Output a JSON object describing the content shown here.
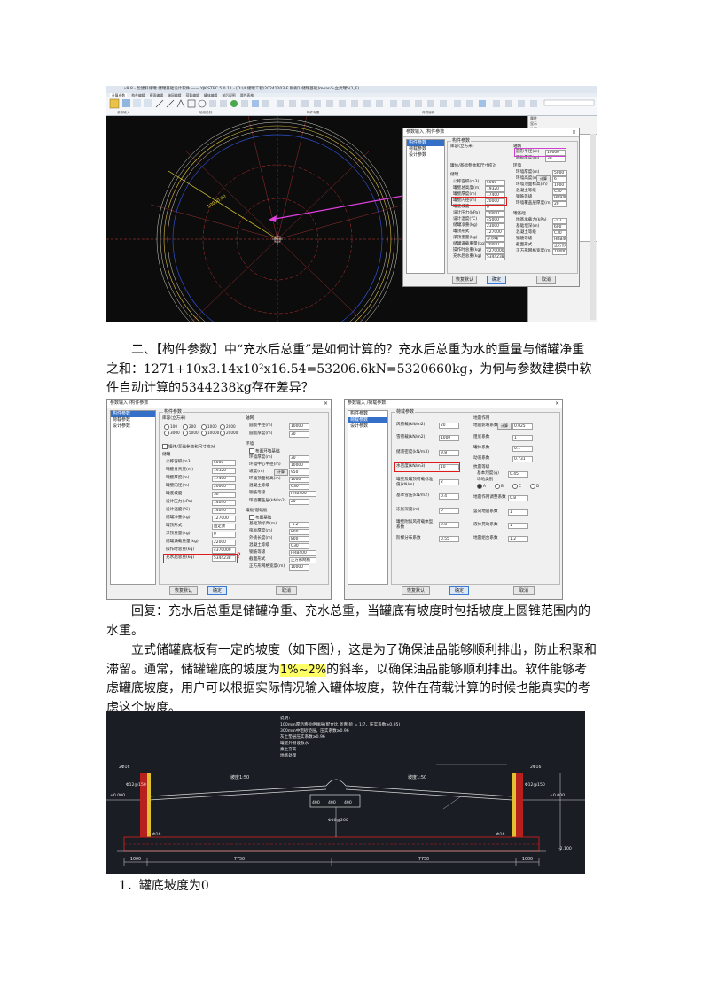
{
  "screenshot1": {
    "titlebar": "v9.8 - 盈建科储罐 储罐基础设计软件 —— YJK-STRC 5.0.11 - [D:\\4.储罐工程\\20241203-F 例例1-储罐基础]mear-5-立式罐5(1_F)",
    "ribbon_tabs": [
      "计算参数",
      "构件编辑",
      "截面编辑",
      "轴网编辑",
      "荷载编辑",
      "罐体编辑",
      "前后视图",
      "属性表格"
    ],
    "group_labels": [
      "参数输入",
      "轴线绘制",
      "构件布置",
      "荷载编辑"
    ],
    "dimension_text": "10000.00",
    "dialog": {
      "title": "参数输入 /构件参数",
      "tree": [
        "构件参数",
        "荷载参数",
        "设计参数"
      ],
      "labels": [
        "构件参数",
        "库容(立方米)",
        "储罐",
        "支座规格",
        "罐体/基础参数和尺寸校对",
        "储罐",
        "公称容积(m3)",
        "罐壁总高度(m)",
        "罐壁厚度(m)",
        "罐壁内径(m)",
        "罐底坡度",
        "设计压力(kPa)",
        "设计温度(℃)",
        "储罐净重(kg)",
        "罐顶形式",
        "浮顶重量(kg)",
        "储罐满载重量(kg)",
        "操作时总重(kg)",
        "充水后总重(kg)",
        "轴网",
        "圆形半径(m)",
        "圆板厚度(m)",
        "环墙",
        "环墙厚度(m)",
        "环墙高度(m)",
        "环墙顶面标高(m)",
        "混凝土等级",
        "钢筋等级",
        "环墙覆盖层厚度(m)",
        "罐基础",
        "地基承载力(kPa)",
        "基础埋深(m)",
        "混凝土等级",
        "钢筋等级",
        "截面形式",
        "正方形网格宽度(m)"
      ],
      "values": [
        "5000",
        "19320",
        "17400",
        "20000",
        "0",
        "20000",
        "45000",
        "23000",
        "127000",
        "浮顶罐",
        "20000",
        "4270000",
        "5344238",
        "10000",
        "30",
        "5000",
        "6",
        "1000",
        "C30",
        "HRB400",
        "20",
        "-1.2",
        "600",
        "C30",
        "HRB400",
        "正方形网格",
        "10000"
      ],
      "buttons": [
        "恢复默认",
        "确定",
        "取消"
      ],
      "calc_btn": "计算"
    },
    "right_panel_items": [
      "属性",
      "显示",
      "选项"
    ]
  },
  "para1": "二、【构件参数】中“充水后总重”是如何计算的？充水后总重为水的重量与储罐净重之和：1271+10x3.14x10²x16.54=53206.6kN=5320660kg，为何与参数建模中软件自动计算的5344238kg存在差异？",
  "screenshot2": {
    "left": {
      "title": "参数输入 /构件参数",
      "tree": [
        "构件参数",
        "荷载参数",
        "设计参数"
      ],
      "group_top": "构件参数",
      "kurong_label": "库容(立方米)",
      "kurong_options": [
        "100",
        "200",
        "1000",
        "2000",
        "3000",
        "5000",
        "10000",
        "20000"
      ],
      "check_label": "罐体/基础参数和尺寸校对",
      "tank_group": "储罐",
      "rows": [
        {
          "label": "公称容积(m3)",
          "value": "5000"
        },
        {
          "label": "罐壁总高度(m)",
          "value": "19320"
        },
        {
          "label": "罐壁厚度(m)",
          "value": "17400"
        },
        {
          "label": "罐壁内径(m)",
          "value": "20000"
        },
        {
          "label": "罐底坡度",
          "value": "50"
        },
        {
          "label": "设计压力(kPa)",
          "value": "14040"
        },
        {
          "label": "设计温度(℃)",
          "value": "14040"
        },
        {
          "label": "储罐净重(kg)",
          "value": "127000"
        },
        {
          "label": "罐顶形式",
          "value": "固定顶"
        },
        {
          "label": "浮顶重量(kg)",
          "value": "0"
        },
        {
          "label": "储罐满载重量(kg)",
          "value": "22000"
        },
        {
          "label": "操作时总重(kg)",
          "value": "4370000"
        },
        {
          "label": "充水后总重(kg)",
          "value": "5344238"
        }
      ],
      "qmark": "?",
      "axis_group": "轴网",
      "axis_rows": [
        {
          "label": "圆板半径(m)",
          "value": "10000"
        },
        {
          "label": "圆板厚度(m)",
          "value": "30"
        }
      ],
      "ring_group": "环墙",
      "ring_check": "布置环墙基础",
      "ring_rows": [
        {
          "label": "环墙厚度(m)",
          "value": "30"
        },
        {
          "label": "环墙中心半径(m)",
          "value": "10000"
        },
        {
          "label": "坡度(m)",
          "value": "950"
        },
        {
          "label": "环墙顶面标高(m)",
          "value": "1000"
        },
        {
          "label": "混凝土等级",
          "value": "C30"
        },
        {
          "label": "钢筋等级",
          "value": "HRB400"
        },
        {
          "label": "环墙覆盖层(kN/m2)",
          "value": "20"
        }
      ],
      "calc_btn": "计算",
      "base_group": "罐板/基础板",
      "base_check": "布置基础",
      "base_rows": [
        {
          "label": "基础顶标高(m)",
          "value": "-1.2"
        },
        {
          "label": "筏板厚度(m)",
          "value": "800"
        },
        {
          "label": "外挑长度(m)",
          "value": "800"
        },
        {
          "label": "混凝土等级",
          "value": "C30"
        },
        {
          "label": "钢筋等级",
          "value": "HRB400"
        },
        {
          "label": "截面形式",
          "value": "正方形网格"
        },
        {
          "label": "正方形网格宽度(m)",
          "value": "10000"
        }
      ],
      "buttons": [
        "恢复默认",
        "确定",
        "取消"
      ]
    },
    "right": {
      "title": "参数输入 /荷载参数",
      "tree": [
        "构件参数",
        "荷载参数",
        "设计参数"
      ],
      "group1": "荷载参数",
      "rows_left": [
        {
          "label": "风荷载(kN/m2)",
          "value": "20"
        },
        {
          "label": "雪荷载(kN/m2)",
          "value": "1000"
        },
        {
          "label": "储液密度(kN/m3)",
          "value": "9.8"
        },
        {
          "label": "水密度(kN/m3)",
          "value": "10"
        },
        {
          "label": "罐壁及罐顶荷载标准值(kN/m)",
          "value": "2"
        },
        {
          "label": "基本雪压(kN/m2)",
          "value": "0.4"
        },
        {
          "label": "冻胀深度(m)",
          "value": "0"
        },
        {
          "label": "罐壁附加风荷载体型系数",
          "value": "0.8"
        },
        {
          "label": "阶梯分布系数",
          "value": "0.55"
        }
      ],
      "group2": "地震作用",
      "rows_right": [
        {
          "label": "地震影响系数",
          "value": "0.025"
        },
        {
          "label": "阻尼系数",
          "value": "1"
        },
        {
          "label": "罐体系数",
          "value": "0.1"
        },
        {
          "label": "动液系数",
          "value": "0.731"
        }
      ],
      "calc_btn": "计算",
      "group3": "抗震等级",
      "seis_label": "基本烈度(g)",
      "seis_value": "0.45",
      "site_label": "场地类别",
      "site_options": [
        "A",
        "B",
        "C",
        "D"
      ],
      "rows_bottom": [
        {
          "label": "地震作用调整系数",
          "value": "0.8"
        },
        {
          "label": "竖向地震系数",
          "value": "1"
        },
        {
          "label": "液体晃动系数",
          "value": "1"
        },
        {
          "label": "地震组合系数",
          "value": "1.2"
        }
      ],
      "buttons": [
        "恢复默认",
        "确定",
        "取消"
      ]
    }
  },
  "para2": "回复：充水后总重是储罐净重、充水总重，当罐底有坡度时包括坡度上圆锥范围内的水重。",
  "para3_a": "立式储罐底板有一定的坡度（如下图），这是为了确保油品能够顺利排出，防止积聚和滞留。通常，储罐罐底的坡度为",
  "para3_hl": "1%~2%",
  "para3_b": "的斜率，以确保油品能够顺利排出。软件能够考虑罐底坡度，用户可以根据实际情况输入罐体坡度，软件在荷载计算的时候也能真实的考虑这个坡度。",
  "drawing": {
    "notes": [
      "说明：",
      "100mm厚沥青砂绝缘层(配合比 沥青:砂 = 1:7，压实系数≥0.95)",
      "300mm中粗砂垫层，压实系数≥0.96",
      "灰土垫层压实系数≥0.96",
      "罐壁外侧设散水",
      "素土夯实",
      "地基处理"
    ],
    "labels": [
      "坡度1:50",
      "坡度1:50",
      "2Φ16",
      "2Φ16",
      "Φ12@150",
      "Φ12@150",
      "±0.000",
      "±0.000",
      "-2.100",
      "400",
      "400",
      "400",
      "Φ16@200",
      "1000",
      "7750",
      "7750",
      "1000",
      "Φ16",
      "Φ16"
    ],
    "dims": [
      "1000",
      "7750",
      "7750",
      "1000"
    ]
  },
  "para4": "1．罐底坡度为0"
}
